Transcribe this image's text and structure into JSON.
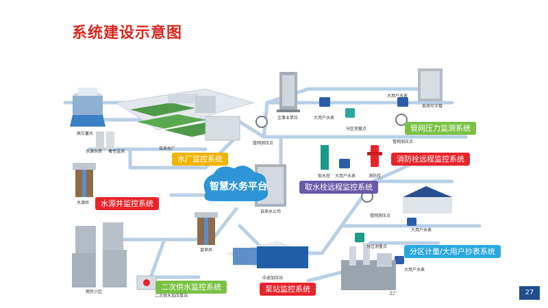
{
  "title": "系统建设示意图",
  "page_number": "27",
  "center": {
    "label": "智慧水务平台"
  },
  "systems": {
    "water_source_well": "水源井监控系统",
    "water_plant": "水厂监控系统",
    "pipe_pressure": "管网压力监测系统",
    "fire_hydrant": "消防栓远程监控系统",
    "water_intake_hydrant": "取水栓远程监控系统",
    "zone_metering": "分区计量/大用户抄表系统",
    "secondary_supply": "二次供水监控系统",
    "pump_station": "泵站监控系统"
  },
  "labels": {
    "reservoir": "高位蓄水",
    "water_quality": "水源水质",
    "toxicity": "毒性监测",
    "water_plant": "自来水厂",
    "source_well": "水源井",
    "enterprise": "企事业单位",
    "big_meter_1": "大用户水表",
    "zone_point_1": "分区测量点",
    "big_meter_2": "大用户水表",
    "commercial": "商场写字楼",
    "pressure_1": "管网测压点",
    "pressure_2": "管网测压点",
    "intake_hydrant": "取水栓",
    "big_meter_3": "大用户水表",
    "fire_hydrant": "消防栓",
    "company": "自来水公司",
    "pressure_3": "管网测压点",
    "deep_well": "直供井",
    "big_meter_4": "大用户水表",
    "zone_point_2": "分区测量点",
    "residential": "居民小区",
    "secondary_station": "二次供水加压泵站",
    "pump_station": "中途加压站",
    "big_meter_5": "大用户水表",
    "factory": "工厂"
  },
  "colors": {
    "title": "#d9251d",
    "pipe": "#b9cfe6",
    "cloud": "#2e95d6",
    "page_badge": "#1f4e8c"
  }
}
